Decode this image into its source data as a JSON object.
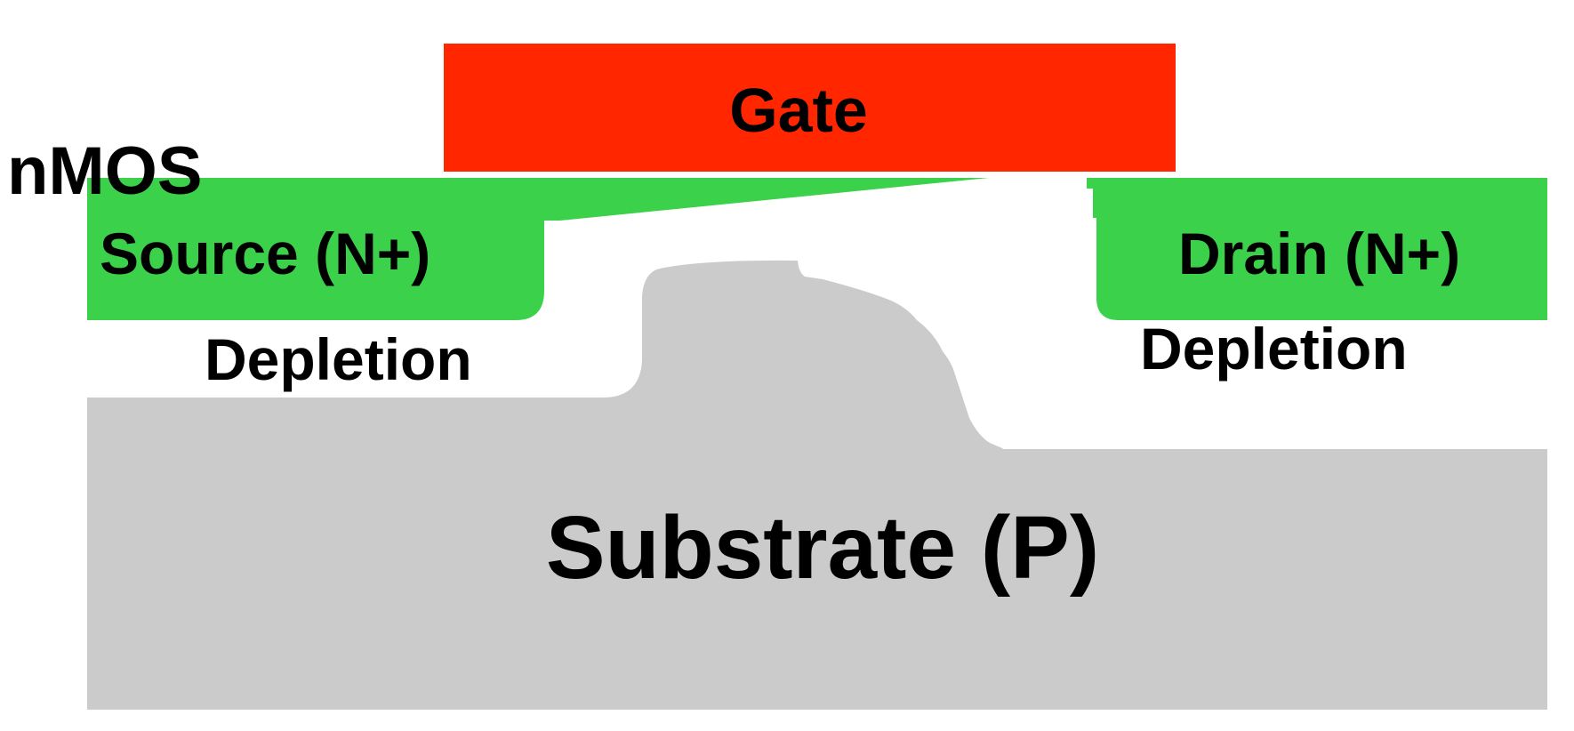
{
  "title": "nMOS",
  "regions": {
    "gate": {
      "label": "Gate",
      "color": "#ff2600"
    },
    "source": {
      "label": "Source (N+)",
      "color": "#3bd14a"
    },
    "drain": {
      "label": "Drain (N+)",
      "color": "#3bd14a"
    },
    "source_depletion": {
      "label": "Depletion",
      "color": "#ffffff"
    },
    "drain_depletion": {
      "label": "Depletion",
      "color": "#ffffff"
    },
    "substrate": {
      "label": "Substrate (P)",
      "color": "#cbcbcb"
    }
  }
}
